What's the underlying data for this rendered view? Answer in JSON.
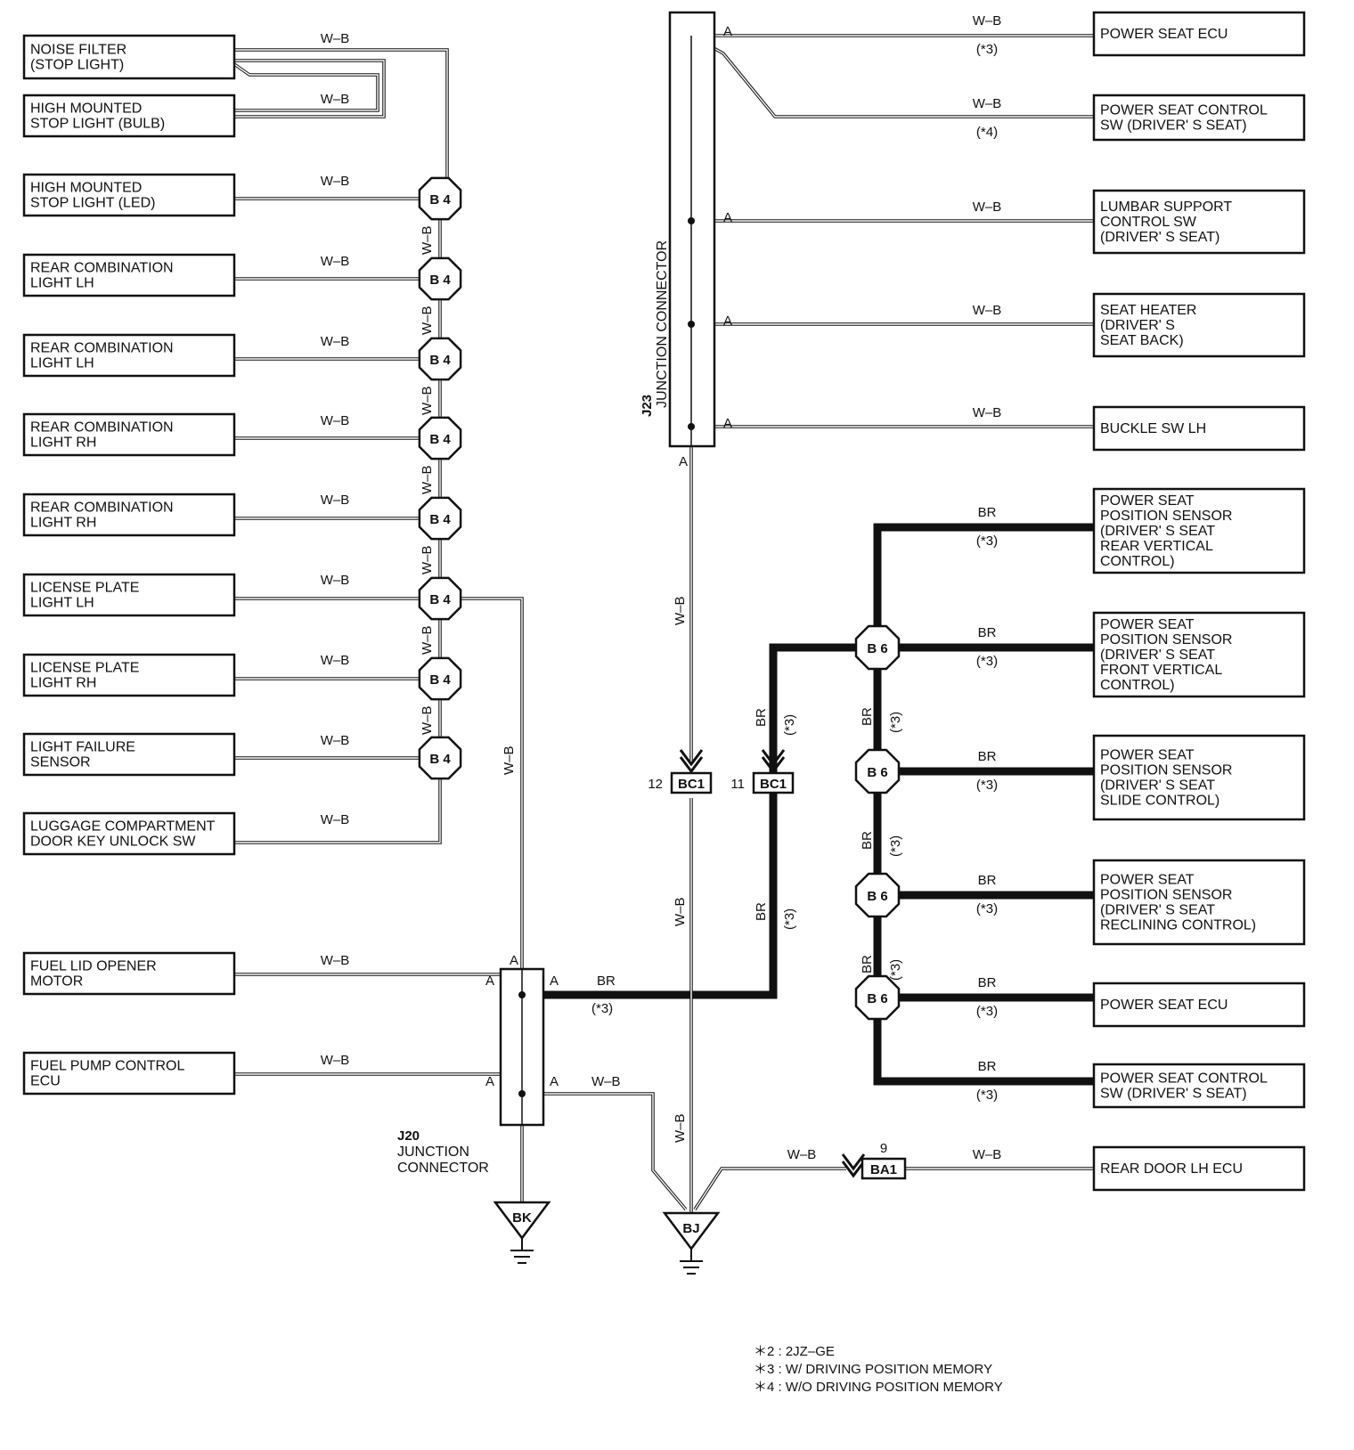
{
  "left_components": [
    {
      "lines": [
        "NOISE FILTER",
        "(STOP LIGHT)"
      ],
      "wire": "W–B"
    },
    {
      "lines": [
        "HIGH MOUNTED",
        "STOP LIGHT (BULB)"
      ],
      "wire": "W–B"
    },
    {
      "lines": [
        "HIGH MOUNTED",
        "STOP LIGHT (LED)"
      ],
      "wire": "W–B"
    },
    {
      "lines": [
        "REAR COMBINATION",
        "LIGHT LH"
      ],
      "wire": "W–B"
    },
    {
      "lines": [
        "REAR COMBINATION",
        "LIGHT LH"
      ],
      "wire": "W–B"
    },
    {
      "lines": [
        "REAR COMBINATION",
        "LIGHT RH"
      ],
      "wire": "W–B"
    },
    {
      "lines": [
        "REAR COMBINATION",
        "LIGHT RH"
      ],
      "wire": "W–B"
    },
    {
      "lines": [
        "LICENSE PLATE",
        "LIGHT LH"
      ],
      "wire": "W–B"
    },
    {
      "lines": [
        "LICENSE PLATE",
        "LIGHT RH"
      ],
      "wire": "W–B"
    },
    {
      "lines": [
        "LIGHT FAILURE",
        "SENSOR"
      ],
      "wire": "W–B"
    },
    {
      "lines": [
        "LUGGAGE COMPARTMENT",
        "DOOR KEY UNLOCK SW"
      ],
      "wire": "W–B"
    },
    {
      "lines": [
        "FUEL LID OPENER",
        "MOTOR"
      ],
      "wire": "W–B"
    },
    {
      "lines": [
        "FUEL PUMP CONTROL",
        "ECU"
      ],
      "wire": "W–B"
    }
  ],
  "right_components": [
    {
      "lines": [
        "POWER SEAT ECU"
      ],
      "wire": "W–B",
      "note": "(*3)",
      "pin": "A"
    },
    {
      "lines": [
        "POWER SEAT CONTROL",
        "SW (DRIVER' S SEAT)"
      ],
      "wire": "W–B",
      "note": "(*4)",
      "pin": ""
    },
    {
      "lines": [
        "LUMBAR SUPPORT",
        "CONTROL SW",
        "(DRIVER' S SEAT)"
      ],
      "wire": "W–B",
      "note": "",
      "pin": "A"
    },
    {
      "lines": [
        "SEAT HEATER",
        "(DRIVER' S",
        " SEAT BACK)"
      ],
      "wire": "W–B",
      "note": "",
      "pin": "A"
    },
    {
      "lines": [
        "BUCKLE SW LH"
      ],
      "wire": "W–B",
      "note": "",
      "pin": "A"
    },
    {
      "lines": [
        "POWER SEAT",
        "POSITION SENSOR",
        "(DRIVER' S SEAT",
        " REAR VERTICAL",
        " CONTROL)"
      ],
      "wire": "BR",
      "note": "(*3)"
    },
    {
      "lines": [
        "POWER SEAT",
        "POSITION SENSOR",
        "(DRIVER' S SEAT",
        " FRONT VERTICAL",
        " CONTROL)"
      ],
      "wire": "BR",
      "note": "(*3)"
    },
    {
      "lines": [
        "POWER SEAT",
        "POSITION SENSOR",
        "(DRIVER' S SEAT",
        " SLIDE CONTROL)"
      ],
      "wire": "BR",
      "note": "(*3)"
    },
    {
      "lines": [
        "POWER SEAT",
        "POSITION SENSOR",
        "(DRIVER' S SEAT",
        " RECLINING CONTROL)"
      ],
      "wire": "BR",
      "note": "(*3)"
    },
    {
      "lines": [
        "POWER SEAT ECU"
      ],
      "wire": "BR",
      "note": "(*3)"
    },
    {
      "lines": [
        "POWER SEAT CONTROL",
        "SW (DRIVER' S SEAT)"
      ],
      "wire": "BR",
      "note": "(*3)"
    },
    {
      "lines": [
        "REAR DOOR LH ECU"
      ],
      "wire": "W–B",
      "note": ""
    }
  ],
  "splices": {
    "b4": "B 4",
    "b6": "B 6",
    "b4_trunk_label": "W–B",
    "b6_trunk_label": "BR",
    "b6_trunk_note": "(*3)"
  },
  "junction_j23": {
    "id": "J23",
    "name": "JUNCTION CONNECTOR",
    "pin_bottom": "A",
    "wire_down": "W–B"
  },
  "junction_j20": {
    "id": "J20",
    "lines": [
      "JUNCTION",
      "CONNECTOR"
    ],
    "pin": "A"
  },
  "connectors": {
    "bc1_a": {
      "name": "BC1",
      "pin": "12"
    },
    "bc1_b": {
      "name": "BC1",
      "pin": "11",
      "wire": "BR",
      "note": "(*3)"
    },
    "ba1": {
      "name": "BA1",
      "pin": "9"
    }
  },
  "j20_wires": {
    "br_label": "BR",
    "br_note": "(*3)",
    "wb_label": "W–B",
    "vertical_wb": "W–B",
    "bj_wb": "W–B",
    "bj_to_ba1": "W–B"
  },
  "grounds": {
    "bk": "BK",
    "bj": "BJ"
  },
  "notes": [
    "＊2 : 2JZ–GE",
    "＊3 : W/ DRIVING POSITION MEMORY",
    "＊4 : W/O DRIVING POSITION MEMORY"
  ],
  "colors": {
    "ink": "#111111",
    "paper": "#ffffff"
  }
}
